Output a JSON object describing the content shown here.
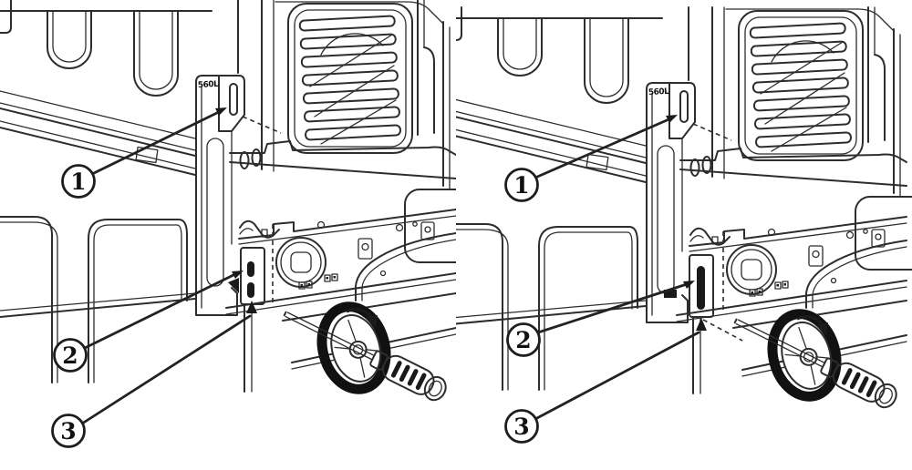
{
  "figure": {
    "type": "appliance-anti-tip-bracket-installation-diagram",
    "background": "#ffffff",
    "line_color": "#2d2d2d",
    "accent_black": "#1a1a1a",
    "panels": [
      {
        "name": "step-left",
        "bracket_label": "560L",
        "callouts": [
          {
            "label": "1",
            "target": "bracket-top-slot"
          },
          {
            "label": "2",
            "target": "latch-plate-upper-slot"
          },
          {
            "label": "3",
            "target": "latch-plate-lower-slot"
          }
        ]
      },
      {
        "name": "step-right",
        "bracket_label": "560L",
        "callouts": [
          {
            "label": "1",
            "target": "bracket-top-slot"
          },
          {
            "label": "2",
            "target": "latch-plate-long-slot"
          },
          {
            "label": "3",
            "target": "latch-plate-bottom-tab"
          }
        ]
      }
    ]
  }
}
